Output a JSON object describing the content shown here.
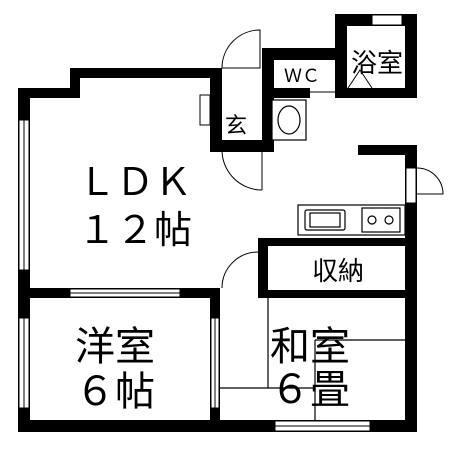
{
  "rooms": {
    "ldk": {
      "name": "ＬＤＫ",
      "size": "１２帖"
    },
    "western": {
      "name": "洋室",
      "size": "６帖"
    },
    "japanese": {
      "name": "和室",
      "size": "６畳"
    },
    "bath": {
      "name": "浴室"
    },
    "wc": {
      "name": "ＷＣ"
    },
    "entrance": {
      "name": "玄"
    },
    "storage": {
      "name": "収納"
    }
  },
  "colors": {
    "wall": "#000000",
    "background": "#ffffff"
  }
}
